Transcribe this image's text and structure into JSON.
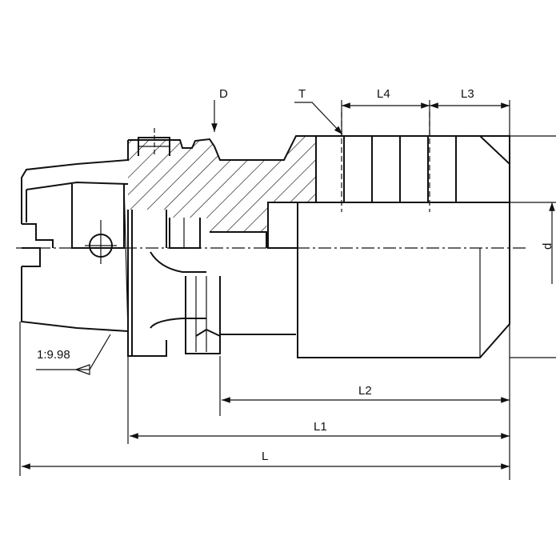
{
  "labels": {
    "d_top": "D",
    "t": "T",
    "l4": "L4",
    "l3": "L3",
    "d_small": "d",
    "taper": "1:9.98",
    "l2": "L2",
    "l1": "L1",
    "l": "L"
  },
  "colors": {
    "line": "#111111",
    "background": "#ffffff"
  }
}
